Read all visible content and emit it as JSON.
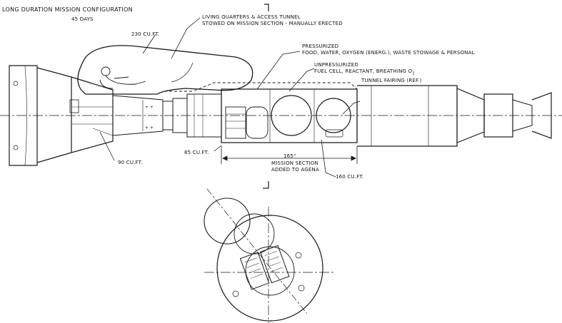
{
  "title": "LONG DURATION MISSION CONFIGURATION",
  "duration": "45 DAYS",
  "labels": {
    "living_quarters_line1": "LIVING QUARTERS & ACCESS TUNNEL",
    "living_quarters_line2": "STOWED ON MISSION SECTION - MANUALLY ERECTED",
    "vol_230": "230 CU.FT.",
    "pressurized_line1": "PRESSURIZED",
    "pressurized_line2": "FOOD, WATER, OXYGEN (ENERG.), WASTE STOWAGE & PERSONAL",
    "unpressurized_line1": "UNPRESSURIZED",
    "unpressurized_line2": "FUEL CELL, REACTANT, BREATHING O",
    "unpressurized_sub": "2",
    "tunnel_fairing": "TUNNEL FAIRING (REF.)",
    "vol_85": "85 CU.FT.",
    "vol_90": "90 CU.FT.",
    "dim_165": "165\"",
    "mission_section_line1": "MISSION SECTION",
    "mission_section_line2": "ADDED TO AGENA",
    "vol_160": "160 CU.FT."
  },
  "colors": {
    "ink": "#1a1a1a",
    "paper": "#ffffff"
  }
}
